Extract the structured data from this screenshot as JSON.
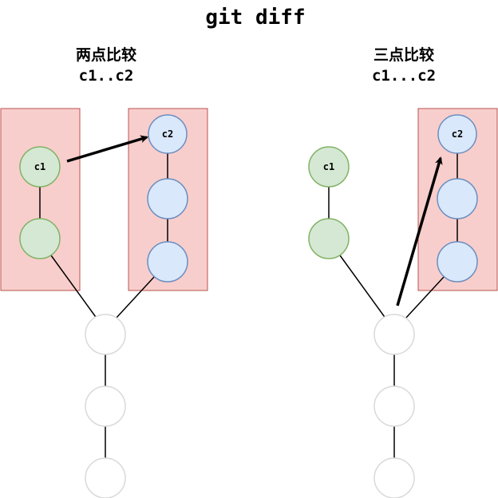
{
  "title": "git diff",
  "two_dot": {
    "heading": "两点比较",
    "range": "c1..c2"
  },
  "three_dot": {
    "heading": "三点比较",
    "range": "c1...c2"
  },
  "nodes": {
    "c1": "c1",
    "c2": "c2"
  },
  "colors": {
    "range_box_fill": "#f8cecc",
    "range_box_stroke": "#b85450",
    "green_fill": "#d5e8d4",
    "green_stroke": "#82b366",
    "blue_fill": "#dae8fc",
    "blue_stroke": "#6c8ebf",
    "white_stroke": "#d9d9d9",
    "edge": "#000000"
  }
}
